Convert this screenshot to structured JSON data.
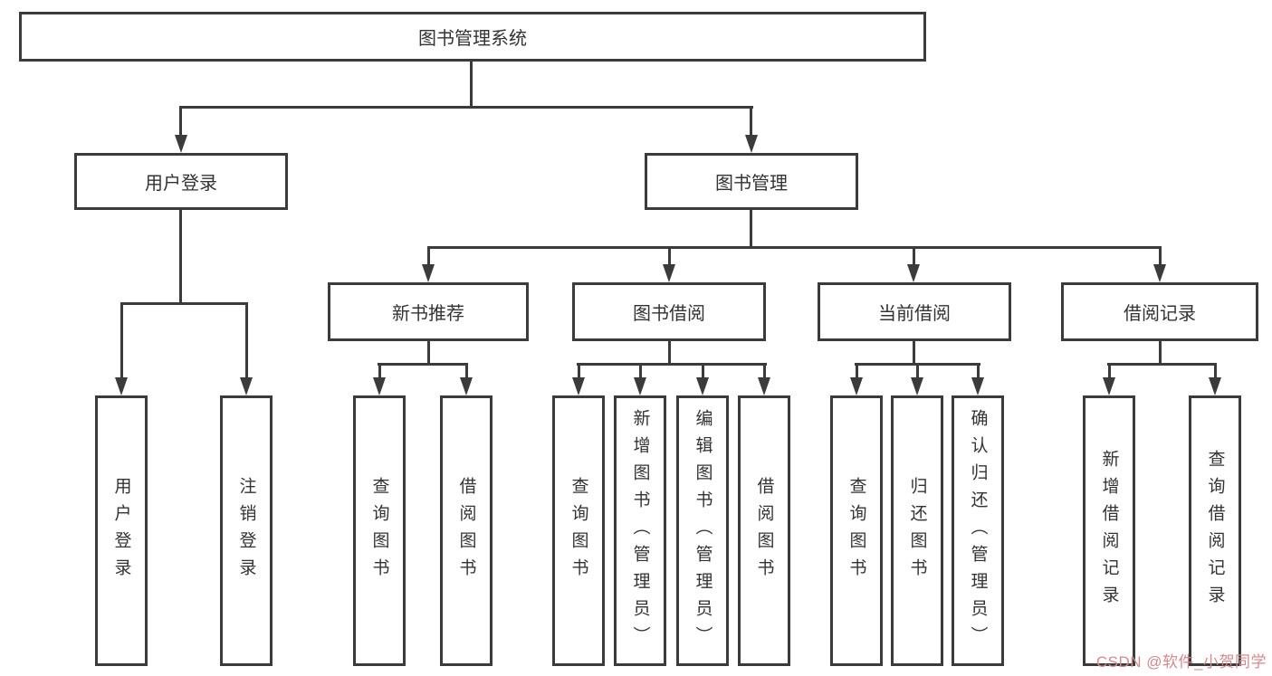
{
  "nodes": {
    "root": "图书管理系统",
    "l2": [
      "用户登录",
      "图书管理"
    ],
    "l3": [
      "新书推荐",
      "图书借阅",
      "当前借阅",
      "借阅记录"
    ],
    "l4": [
      "用户登录",
      "注销登录",
      "查询图书",
      "借阅图书",
      "查询图书",
      "新增图书（管理员）",
      "编辑图书（管理员）",
      "借阅图书",
      "查询图书",
      "归还图书",
      "确认归还（管理员）",
      "新增借阅记录",
      "查询借阅记录"
    ]
  },
  "watermark": {
    "text": "CSDN @软件_小贺同学",
    "color": "#d4898c"
  },
  "colors": {
    "line": "#3b3b3b",
    "text": "#333333",
    "background": "#ffffff"
  }
}
